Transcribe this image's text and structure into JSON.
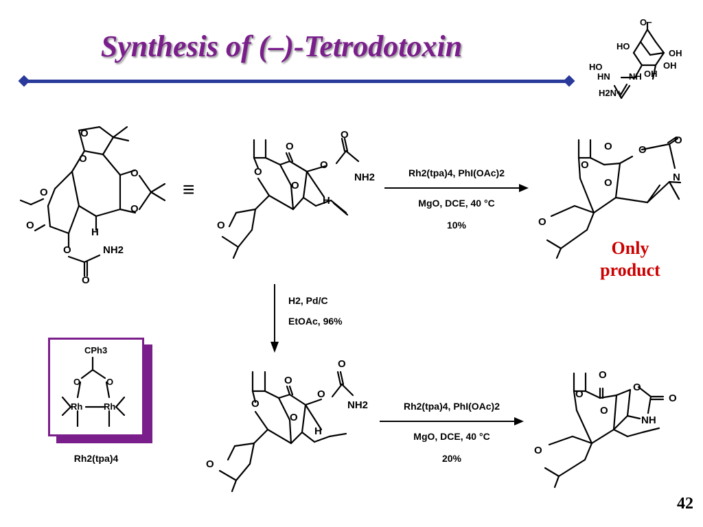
{
  "slide": {
    "title": "Synthesis of (–)-Tetrodotoxin",
    "page_number": "42"
  },
  "ttx": {
    "o_minus": "O−",
    "ho1": "HO",
    "oh1": "OH",
    "oh2": "OH",
    "ho2": "HO",
    "hn": "HN",
    "nh": "NH",
    "oh3": "OH",
    "h2n": "H2N+"
  },
  "start": {
    "o_acetonide1": "O",
    "o_acetonide2": "O",
    "o_a": "O",
    "o_b": "O",
    "o_ring": "O",
    "o_ketone": "O",
    "h": "H",
    "o_carb": "O",
    "nh2": "NH2",
    "o_carbonyl": "O"
  },
  "equiv_symbol": "≡",
  "sm3d": {
    "o1": "O",
    "o2": "O",
    "o3": "O",
    "o4": "O",
    "o5": "O",
    "o6": "O",
    "nh2": "NH2",
    "h": "H"
  },
  "reaction1": {
    "line1": "Rh2(tpa)4, PhI(OAc)2",
    "line2": "MgO, DCE, 40 °C",
    "line3": "10%"
  },
  "product1": {
    "o1": "O",
    "o2": "O",
    "o3": "O",
    "o4": "O",
    "o5": "O",
    "o6": "O",
    "n": "N",
    "note_line1": "Only",
    "note_line2": "product"
  },
  "reaction_down": {
    "line1": "H2, Pd/C",
    "line2": "EtOAc, 96%"
  },
  "catalyst": {
    "cph3": "CPh3",
    "o1": "O",
    "o2": "O",
    "rh1": "Rh",
    "rh2": "Rh",
    "name": "Rh2(tpa)4"
  },
  "sm_reduced": {
    "o1": "O",
    "o2": "O",
    "o3": "O",
    "o4": "O",
    "o5": "O",
    "o6": "O",
    "nh2": "NH2",
    "h": "H"
  },
  "reaction2": {
    "line1": "Rh2(tpa)4, PhI(OAc)2",
    "line2": "MgO, DCE, 40 °C",
    "line3": "20%"
  },
  "product2": {
    "o1": "O",
    "o2": "O",
    "o3": "O",
    "o4": "O",
    "o5": "O",
    "o6": "O",
    "nh": "NH"
  },
  "colors": {
    "title": "#7a1e8c",
    "rule": "#2a3a9a",
    "only_product": "#cc0000",
    "catalyst_box": "#7a1e8c"
  }
}
